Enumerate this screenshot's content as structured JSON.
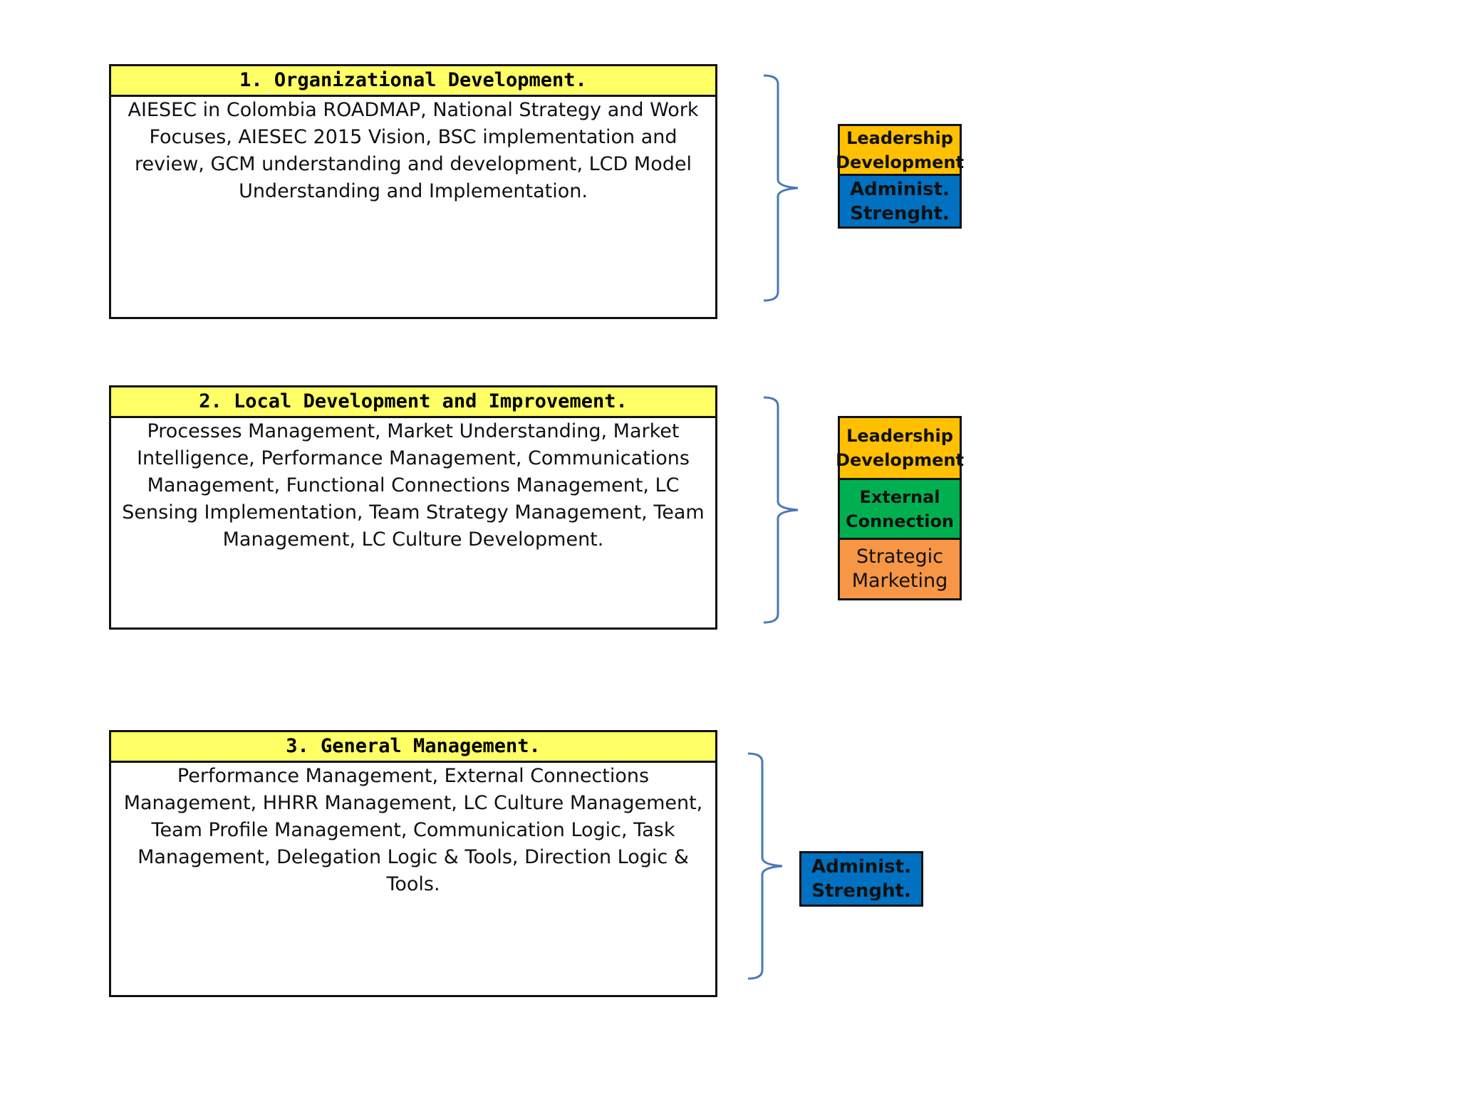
{
  "sections": [
    {
      "title": "1. Organizational Development.",
      "body": "AIESEC in Colombia ROADMAP, National Strategy and Work Focuses, AIESEC 2015 Vision, BSC implementation and review, GCM understanding and development, LCD Model Understanding and Implementation.",
      "tags": [
        {
          "label": "Leadership Development",
          "color": "#ffc000"
        },
        {
          "label": "Administ. Strenght.",
          "color": "#0070c0"
        }
      ]
    },
    {
      "title": "2. Local Development and Improvement.",
      "body": "Processes Management, Market Understanding,  Market Intelligence, Performance Management, Communications Management, Functional Connections Management, LC Sensing Implementation, Team Strategy Management, Team Management, LC Culture Development.",
      "tags": [
        {
          "label": "Leadership Development",
          "color": "#ffc000"
        },
        {
          "label": "External Connection",
          "color": "#00b050"
        },
        {
          "label": "Strategic Marketing",
          "color": "#f79646"
        }
      ]
    },
    {
      "title": "3. General Management.",
      "body": "Performance Management, External Connections Management, HHRR Management, LC Culture Management,  Team Profile Management, Communication Logic, Task Management, Delegation Logic & Tools, Direction Logic & Tools.",
      "tags": [
        {
          "label": "Administ. Strenght.",
          "color": "#0070c0"
        }
      ]
    }
  ]
}
